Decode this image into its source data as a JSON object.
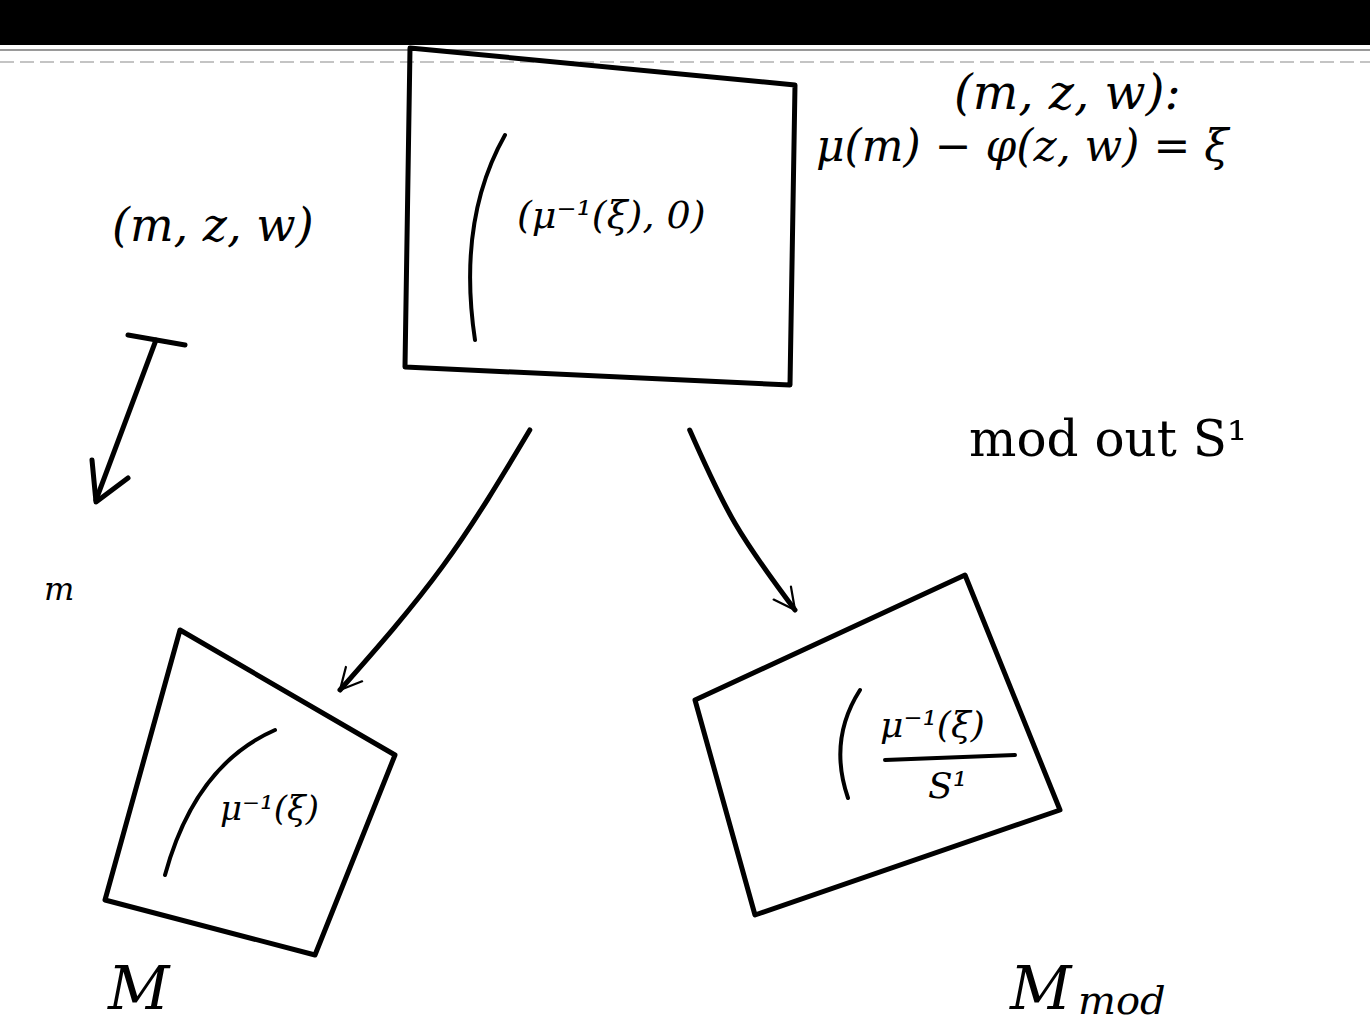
{
  "diagram": {
    "nodes": [
      {
        "text": [
          "(μ⁻¹(ξ), 0)"
        ]
      },
      {
        "text": [
          "μ⁻¹(ξ)",
          "M"
        ]
      },
      {
        "text": [
          "μ⁻¹(ξ)",
          "S¹",
          "M",
          "mod"
        ]
      }
    ],
    "edges": [
      {
        "from": 0,
        "to": 1,
        "arrow": "to"
      },
      {
        "from": 0,
        "to": 2,
        "arrow": "to",
        "label": "mod out S¹"
      }
    ],
    "labels": [
      "(m, z, w):",
      "μ(m) − φ(z, w) = ξ",
      "(m, z, w)",
      "m"
    ]
  }
}
